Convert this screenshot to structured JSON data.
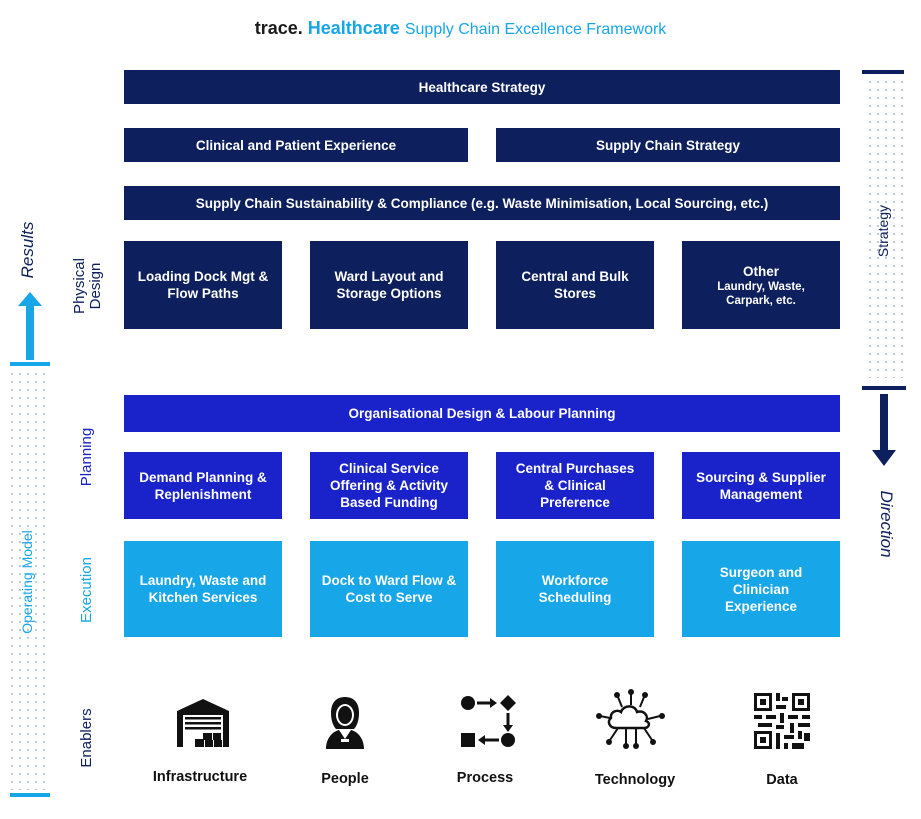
{
  "title": {
    "brand": "trace.",
    "highlight": "Healthcare",
    "rest": "Supply Chain Excellence Framework"
  },
  "strategy": {
    "healthcare_strategy": "Healthcare Strategy",
    "clinical_patient": "Clinical and Patient Experience",
    "supply_chain_strategy": "Supply Chain Strategy",
    "sustainability": "Supply Chain Sustainability & Compliance (e.g. Waste Minimisation, Local Sourcing, etc.)"
  },
  "physical_design": {
    "label": "Physical Design",
    "loading_dock": "Loading Dock Mgt & Flow Paths",
    "ward_layout": "Ward Layout and Storage Options",
    "central_bulk": "Central and Bulk Stores",
    "other_title": "Other",
    "other_sub": "Laundry, Waste, Carpark, etc."
  },
  "planning": {
    "label": "Planning",
    "org_design": "Organisational Design & Labour Planning",
    "demand": "Demand Planning & Replenishment",
    "clinical_service": "Clinical Service Offering & Activity Based Funding",
    "central_purchases": "Central Purchases & Clinical Preference",
    "sourcing": "Sourcing & Supplier Management"
  },
  "execution": {
    "label": "Execution",
    "laundry": "Laundry, Waste and Kitchen Services",
    "dock_ward": "Dock to Ward Flow & Cost to Serve",
    "workforce": "Workforce Scheduling",
    "surgeon": "Surgeon and Clinician Experience"
  },
  "enablers": {
    "label": "Enablers",
    "items": [
      "Infrastructure",
      "People",
      "Process",
      "Technology",
      "Data"
    ]
  },
  "side_labels": {
    "results": "Results",
    "operating_model": "Operating Model",
    "strategy": "Strategy",
    "direction": "Direction"
  },
  "colors": {
    "navy": "#0d1f5c",
    "blue": "#1a23c9",
    "sky": "#17a6e8"
  }
}
